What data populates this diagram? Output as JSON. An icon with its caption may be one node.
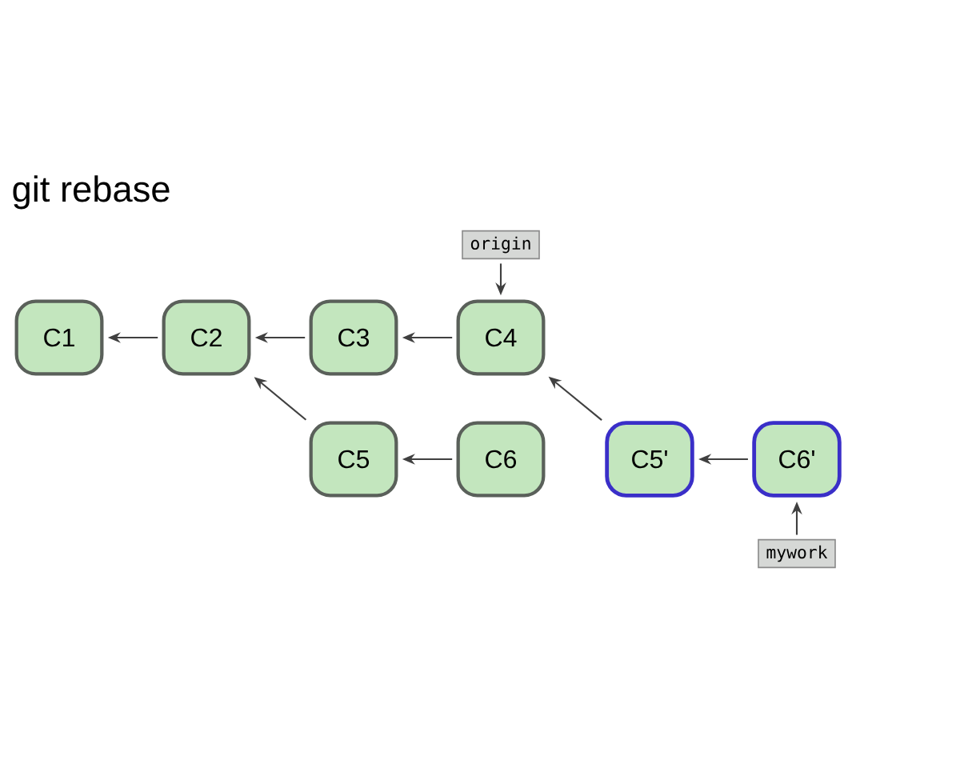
{
  "diagram": {
    "title": "git rebase",
    "nodes": [
      {
        "text": [
          "origin"
        ]
      },
      {
        "text": [
          "C1"
        ]
      },
      {
        "text": [
          "C2"
        ]
      },
      {
        "text": [
          "C3"
        ]
      },
      {
        "text": [
          "C4"
        ]
      },
      {
        "text": [
          "C5"
        ]
      },
      {
        "text": [
          "C6"
        ]
      },
      {
        "text": [
          "C5'"
        ]
      },
      {
        "text": [
          "C6'"
        ]
      },
      {
        "text": [
          "mywork"
        ]
      }
    ],
    "edges": [
      {
        "from": 0,
        "to": 4,
        "arrow": "to"
      },
      {
        "from": 2,
        "to": 1,
        "arrow": "to"
      },
      {
        "from": 3,
        "to": 2,
        "arrow": "to"
      },
      {
        "from": 4,
        "to": 3,
        "arrow": "to"
      },
      {
        "from": 5,
        "to": 2,
        "arrow": "to"
      },
      {
        "from": 6,
        "to": 5,
        "arrow": "to"
      },
      {
        "from": 7,
        "to": 4,
        "arrow": "to"
      },
      {
        "from": 8,
        "to": 7,
        "arrow": "to"
      },
      {
        "from": 9,
        "to": 8,
        "arrow": "to"
      }
    ]
  }
}
